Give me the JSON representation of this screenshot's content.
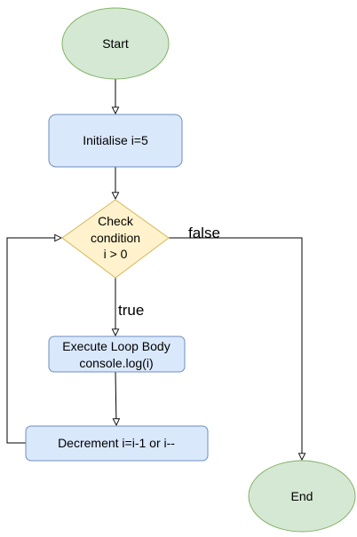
{
  "colors": {
    "terminal_fill": "#d5e8d4",
    "terminal_stroke": "#82b366",
    "process_fill": "#dae8fc",
    "process_stroke": "#6c8ebf",
    "decision_fill": "#fff2cc",
    "decision_stroke": "#d6b656",
    "line": "#000000"
  },
  "nodes": {
    "start": {
      "label": "Start",
      "shape": "ellipse"
    },
    "init": {
      "label": "Initialise i=5",
      "shape": "rounded-rectangle"
    },
    "check": {
      "lines": [
        "Check",
        "condition",
        "i > 0"
      ],
      "shape": "diamond"
    },
    "body": {
      "lines": [
        "Execute Loop Body",
        "console.log(i)"
      ],
      "shape": "rounded-rectangle"
    },
    "decrement": {
      "label": "Decrement i=i-1 or i--",
      "shape": "rounded-rectangle"
    },
    "end": {
      "label": "End",
      "shape": "ellipse"
    }
  },
  "edges": {
    "true_label": "true",
    "false_label": "false"
  }
}
